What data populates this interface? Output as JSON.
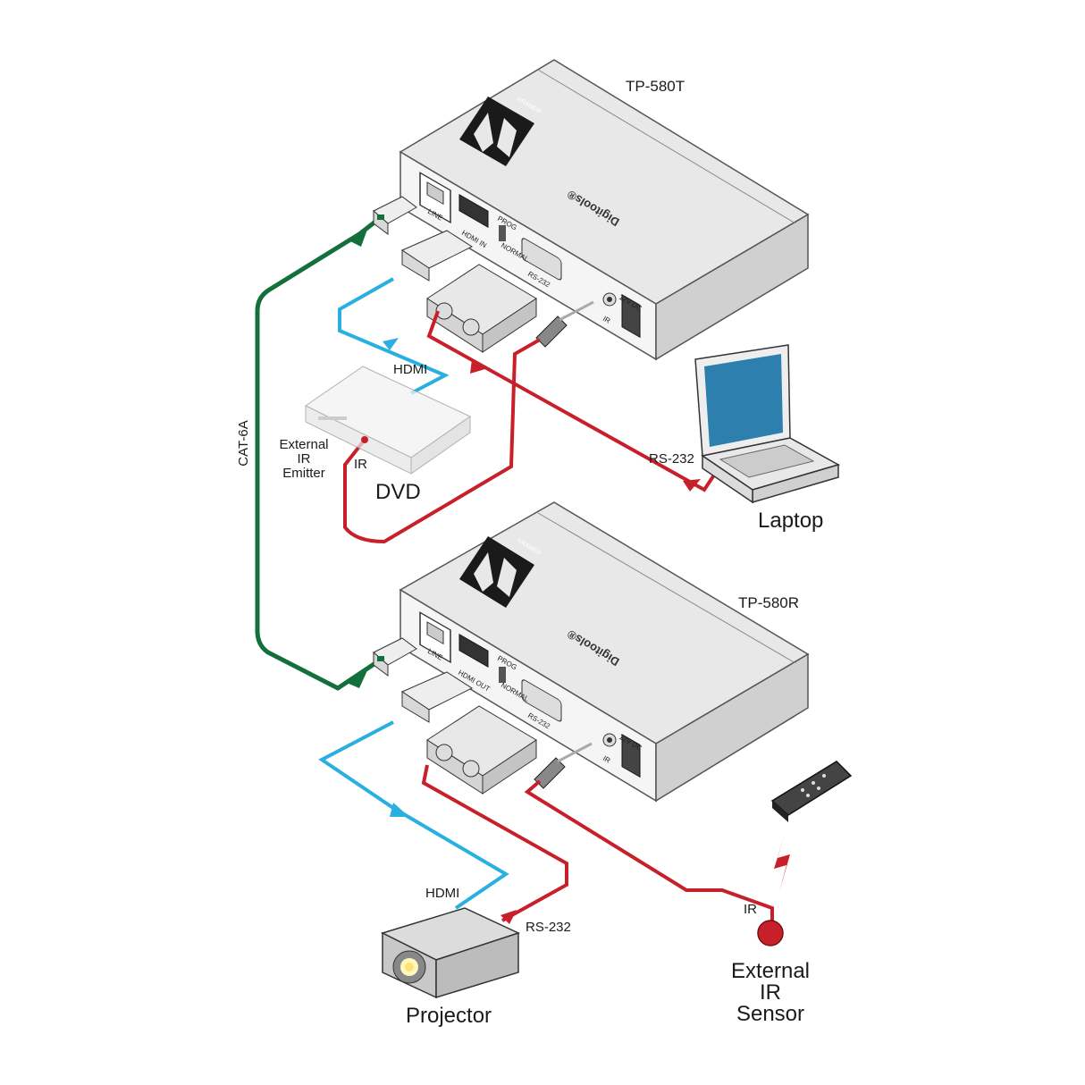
{
  "devices": {
    "transmitter": {
      "model": "TP-580T",
      "brand": "KRAMER",
      "series": "Digitools®",
      "ports": {
        "line": "LINE",
        "hdmi": "HDMI IN",
        "prog": "PROG",
        "normal": "NORMAL",
        "rs232": "RS-232",
        "ir": "IR",
        "power": "12V DC"
      }
    },
    "receiver": {
      "model": "TP-580R",
      "brand": "KRAMER",
      "series": "Digitools®",
      "ports": {
        "line": "LINE",
        "hdmi": "HDMI OUT",
        "prog": "PROG",
        "normal": "NORMAL",
        "rs232": "RS-232",
        "ir": "IR",
        "power": "12V DC"
      }
    }
  },
  "sources": {
    "dvd": {
      "label": "DVD",
      "emitter_label_1": "External",
      "emitter_label_2": "IR",
      "emitter_label_3": "Emitter",
      "ir_label": "IR",
      "hdmi_label": "HDMI"
    },
    "laptop": {
      "label": "Laptop",
      "rs232_label": "RS-232"
    }
  },
  "sinks": {
    "projector": {
      "label": "Projector",
      "hdmi_label": "HDMI",
      "rs232_label": "RS-232"
    },
    "sensor": {
      "label_1": "External",
      "label_2": "IR",
      "label_3": "Sensor",
      "ir_label": "IR"
    }
  },
  "links": {
    "cat": "CAT-6A"
  },
  "colors": {
    "hdmi": "#2ab0e0",
    "cat": "#14703a",
    "serial": "#c8202a",
    "device_top": "#e6e6e6",
    "device_front": "#f4f4f4",
    "device_side": "#cfcfcf"
  }
}
